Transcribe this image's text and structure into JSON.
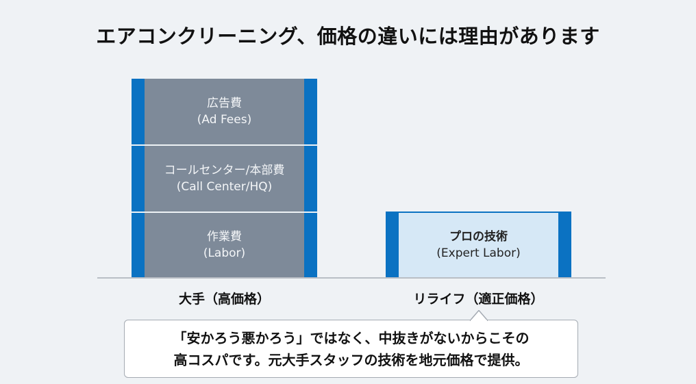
{
  "title": "エアコンクリーニング、価格の違いには理由があります",
  "chart_data": {
    "type": "bar",
    "title": "エアコンクリーニング、価格の違いには理由があります",
    "categories": [
      "大手（高価格）",
      "リライフ（適正価格）"
    ],
    "series": [
      {
        "name": "作業費 (Labor)",
        "values": [
          1,
          0
        ]
      },
      {
        "name": "コールセンター/本部費 (Call Center/HQ)",
        "values": [
          1,
          0
        ]
      },
      {
        "name": "広告費 (Ad Fees)",
        "values": [
          1,
          0
        ]
      },
      {
        "name": "プロの技術 (Expert Labor)",
        "values": [
          0,
          1
        ]
      }
    ],
    "xlabel": "",
    "ylabel": "",
    "grid": false,
    "legend": "none",
    "stacked": true
  },
  "bars": [
    {
      "label": "大手（高価格）",
      "segments": [
        {
          "jp": "広告費",
          "en": "(Ad Fees)"
        },
        {
          "jp": "コールセンター/本部費",
          "en": "(Call Center/HQ)"
        },
        {
          "jp": "作業費",
          "en": "(Labor)"
        }
      ]
    },
    {
      "label": "リライフ（適正価格）",
      "segments": [
        {
          "jp": "プロの技術",
          "en": "(Expert Labor)"
        }
      ]
    }
  ],
  "callout": {
    "line1": "「安かろう悪かろう」ではなく、中抜きがないからこその",
    "line2": "高コスパです。元大手スタッフの技術を地元価格で提供。"
  },
  "colors": {
    "edge_blue": "#0b72c2",
    "gray_segment": "#7e8a99",
    "light_segment": "#d6e8f6",
    "background": "#eff2f5"
  }
}
